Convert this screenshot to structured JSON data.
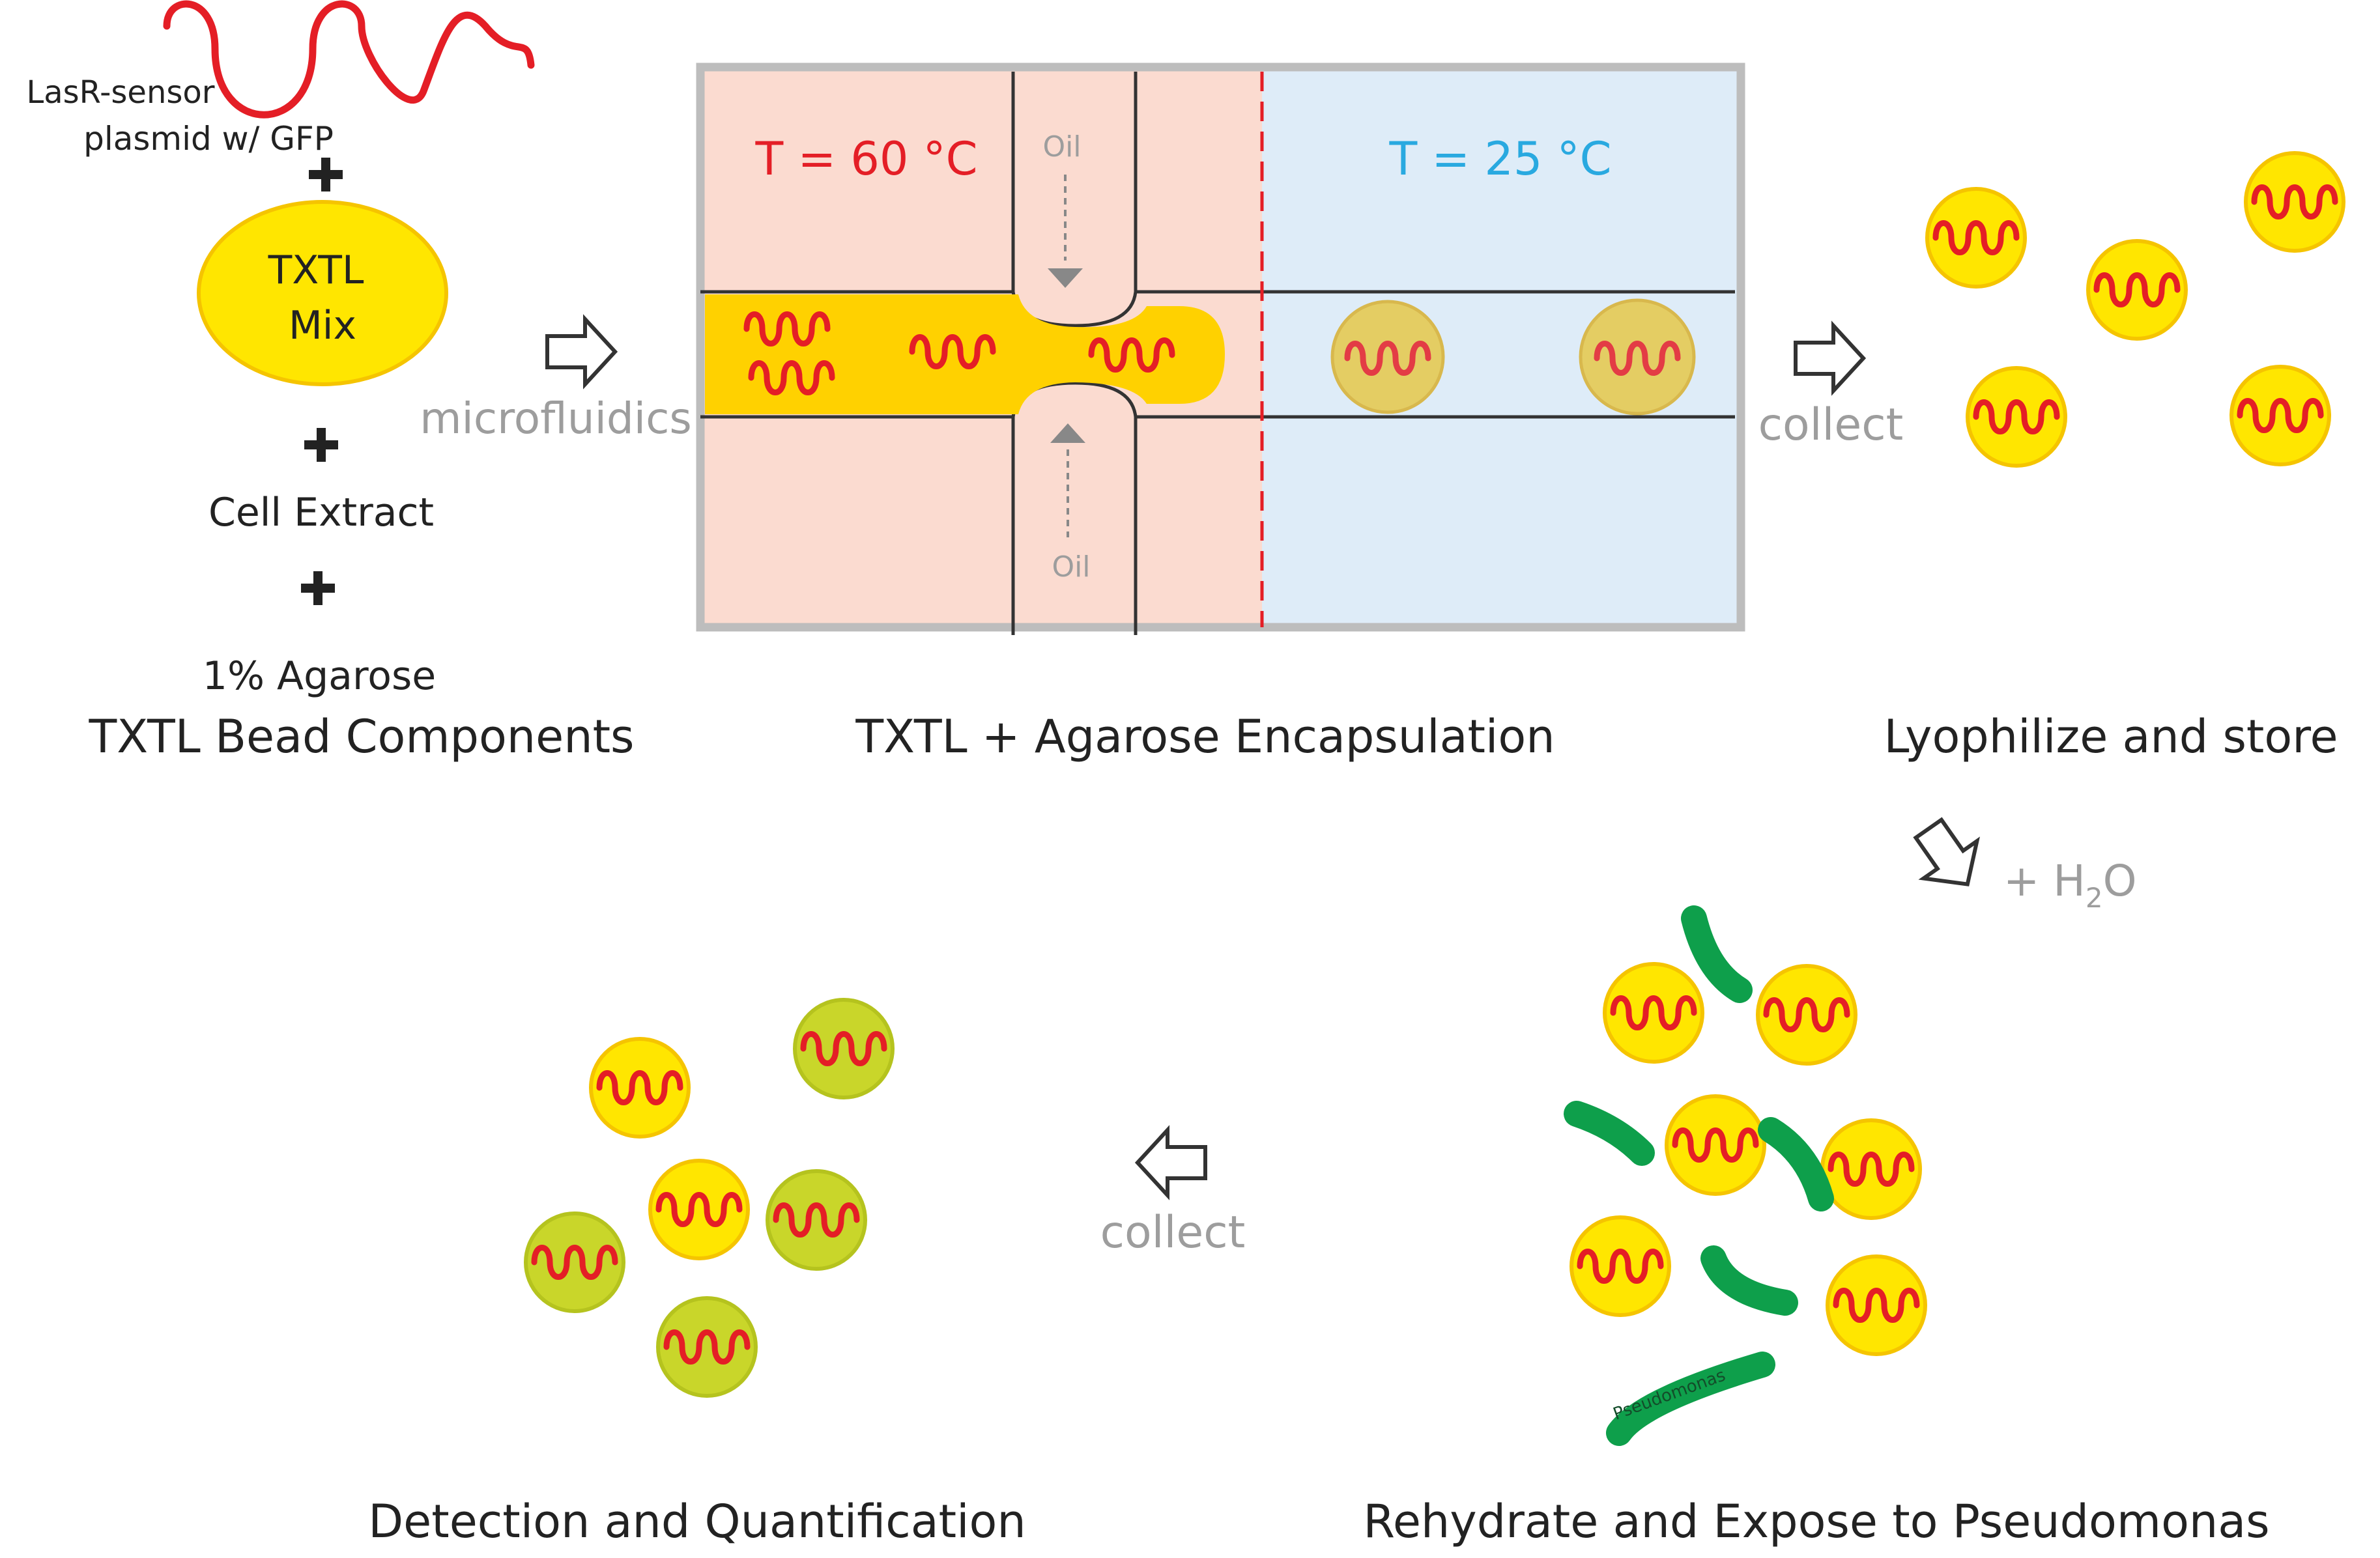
{
  "panels": {
    "components": {
      "plasmid_label_line1": "LasR-sensor",
      "plasmid_label_line2": "plasmid w/ GFP",
      "txtl_line1": "TXTL",
      "txtl_line2": "Mix",
      "cell_extract": "Cell Extract",
      "agarose": "1% Agarose",
      "caption": "TXTL Bead Components"
    },
    "microfluidics": {
      "arrow_label": "microfluidics",
      "hot_temp": "T = 60 °C",
      "cold_temp": "T = 25 °C",
      "oil_top": "Oil",
      "oil_bottom": "Oil",
      "caption": "TXTL + Agarose Encapsulation"
    },
    "lyophilize": {
      "arrow_label": "collect",
      "caption": "Lyophilize and store"
    },
    "rehydrate": {
      "water_label_prefix": "+ H",
      "water_label_sub": "2",
      "water_label_suffix": "O",
      "bacterium_label": "Pseudomonas",
      "caption": "Rehydrate and Expose to Pseudomonas"
    },
    "detection": {
      "arrow_label": "collect",
      "caption": "Detection and Quantification"
    },
    "plus_sign": "+"
  },
  "colors": {
    "plasmid_red": "#e41e26",
    "bead_yellow": "#ffe600",
    "bead_stroke": "#f5c400",
    "bead_fluorescent": "#c9d62a",
    "bacteria_green": "#0e9f4b",
    "hot_zone": "#fbdbd0",
    "cold_zone": "#deecf8",
    "channel_orange": "#ffd100",
    "hot_text": "#e41e26",
    "cold_text": "#29a9e0",
    "gray_label": "#9d9d9d",
    "frame": "#bdbdbd"
  }
}
